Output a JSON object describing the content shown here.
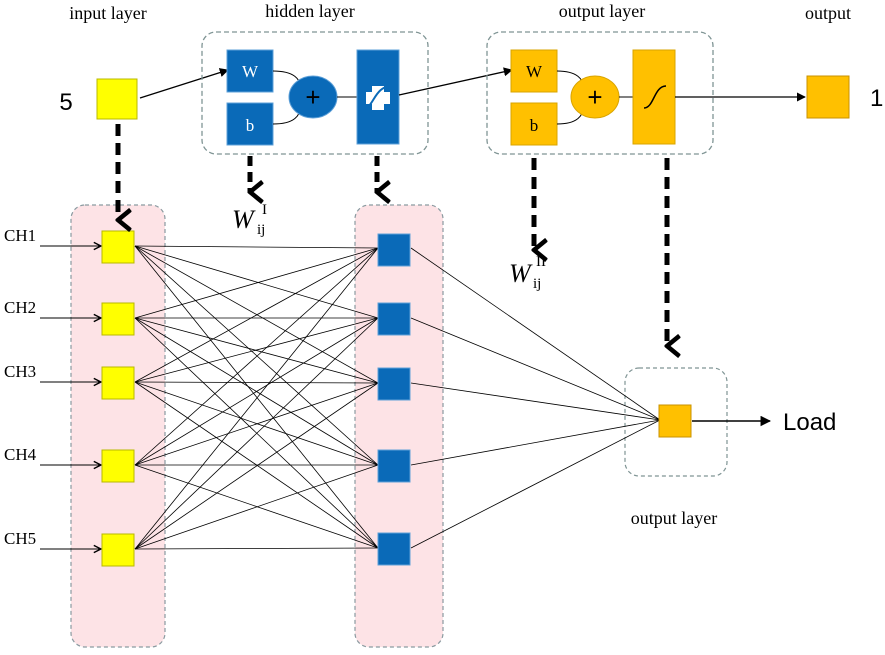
{
  "labels": {
    "input_layer": "input layer",
    "hidden_layer": "hidden layer",
    "output_layer_top": "output layer",
    "output": "output",
    "output_layer_bottom": "output layer",
    "input_count": "5",
    "output_count": "1",
    "load": "Load"
  },
  "hidden_block": {
    "w": "W",
    "b": "b",
    "plus": "+"
  },
  "output_block": {
    "w": "W",
    "b": "b",
    "plus": "+"
  },
  "weights": {
    "hidden": {
      "base": "W",
      "sub": "ij",
      "sup": "I"
    },
    "output": {
      "base": "W",
      "sub": "ij",
      "sup": "II"
    }
  },
  "channels": [
    "CH1",
    "CH2",
    "CH3",
    "CH4",
    "CH5"
  ],
  "colors": {
    "input_node": "#ffff00",
    "input_node_stroke": "#b8b800",
    "hidden_node": "#0a6ab8",
    "output_node": "#ffc000",
    "output_node_stroke": "#c89200",
    "group_fill": "#fde3e6",
    "group_stroke": "#8a9aa0",
    "container_stroke": "#7f9494"
  },
  "icons": {
    "activation": "sigmoid-icon",
    "sum": "plus-icon"
  }
}
